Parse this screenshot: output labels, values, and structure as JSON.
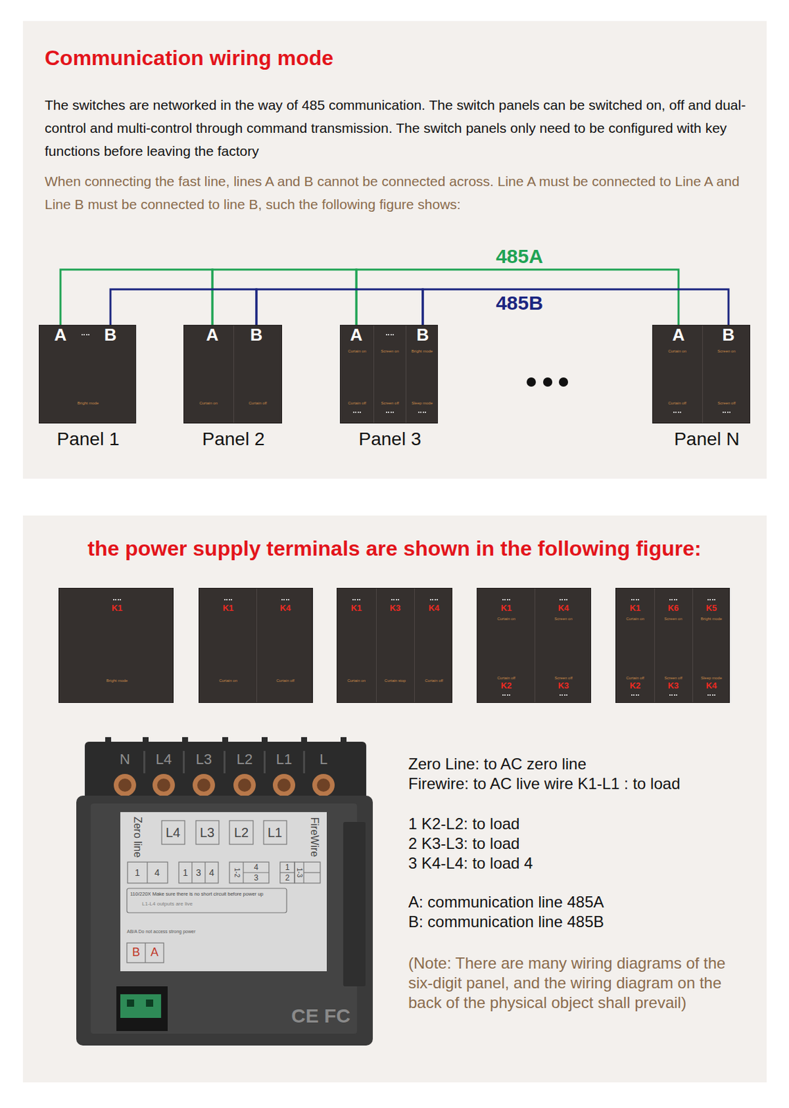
{
  "diagram": {
    "title": "Communication wiring mode",
    "nodes": [
      {
        "text": [
          "A",
          "B",
          "Bright mode",
          "Panel 1"
        ]
      },
      {
        "text": [
          "A",
          "B",
          "Curtain on",
          "Curtain off",
          "Panel 2"
        ]
      },
      {
        "text": [
          "A",
          "B",
          "Curtain on",
          "Screen on",
          "Bright mode",
          "Curtain off",
          "Screen off",
          "Sleep mode",
          "Panel 3"
        ]
      },
      {
        "text": [
          "A",
          "B",
          "Curtain on",
          "Screen on",
          "Curtain off",
          "Screen off",
          "Panel N"
        ]
      },
      {
        "text": [
          "K1",
          "Bright mode"
        ]
      },
      {
        "text": [
          "K1",
          "K4",
          "Curtain on",
          "Curtain off"
        ]
      },
      {
        "text": [
          "K1",
          "K3",
          "K4",
          "Curtain on",
          "Curtain stop",
          "Curtain off"
        ]
      },
      {
        "text": [
          "K1",
          "K4",
          "Curtain on",
          "Screen on",
          "Curtain off",
          "Screen off",
          "K2",
          "K3"
        ]
      },
      {
        "text": [
          "K1",
          "K6",
          "K5",
          "Curtain on",
          "Screen on",
          "Bright mode",
          "Curtain off",
          "Screen off",
          "Sleep mode",
          "K2",
          "K3",
          "K4"
        ]
      }
    ],
    "edges": [
      {
        "from": 0,
        "to": 1,
        "arrow": "none"
      },
      {
        "from": 1,
        "to": 2,
        "arrow": "none"
      },
      {
        "from": 2,
        "to": 3,
        "label": "485A",
        "arrow": "none"
      },
      {
        "from": 0,
        "to": 1,
        "arrow": "none"
      },
      {
        "from": 1,
        "to": 2,
        "arrow": "none"
      },
      {
        "from": 2,
        "to": 3,
        "label": "485B",
        "arrow": "none"
      }
    ],
    "labels": [
      "The switches are networked in the way of 485 communication. The switch panels can be switched on, off and dual-control and multi-control through command transmission. The switch panels only need to be configured with key functions before leaving the factory",
      "When connecting the fast line, lines A and B cannot be connected across. Line A must be connected to Line A and Line B must be connected to line B, such the following figure shows:",
      "the power supply terminals are shown in the following figure:",
      "N",
      "L4",
      "L3",
      "L2",
      "L1",
      "L",
      "Zero line",
      "L4",
      "L3",
      "L2",
      "L1",
      "FireWire",
      "1",
      "4",
      "1",
      "3",
      "4",
      "1-2",
      "4",
      "3",
      "1",
      "2",
      "1-3",
      "110/220X Make sure there is no short circuit before power up",
      "L1-L4 outputs are live",
      "AB/A Do not access strong power",
      "B",
      "A",
      "CE FC",
      "Zero Line: to AC zero line",
      "Firewire: to AC live wire K1-L1 : to load",
      "1 K2-L2: to load",
      "2 K3-L3: to load",
      "3 K4-L4: to load 4",
      "A: communication line 485A",
      "B: communication line 485B",
      "(Note: There are many wiring diagrams of the six-digit panel, and the wiring diagram on the back of the physical object shall prevail)"
    ]
  }
}
